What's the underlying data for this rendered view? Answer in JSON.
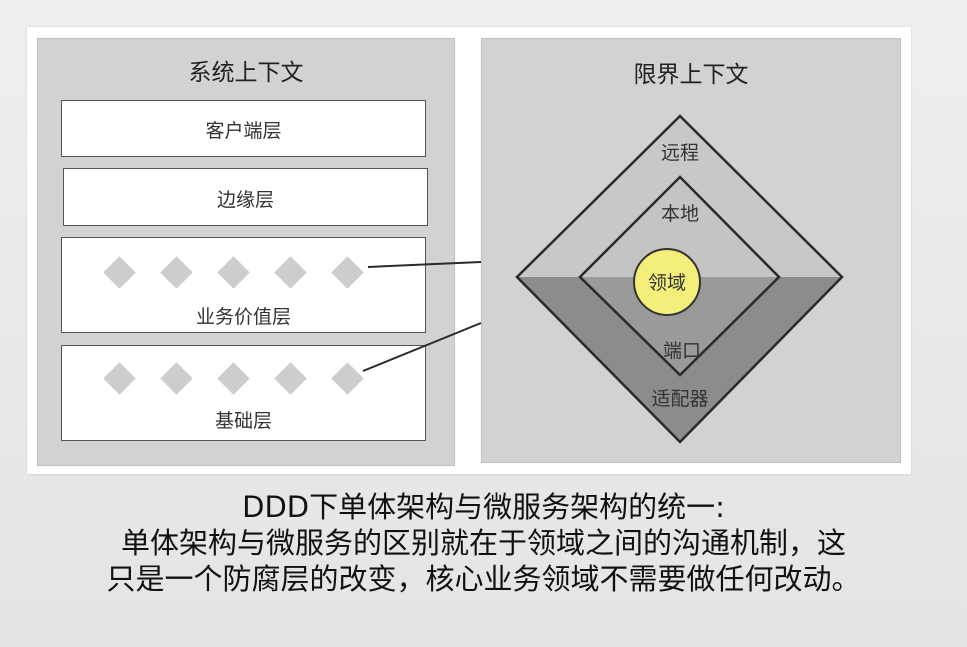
{
  "system_context": {
    "title": "系统上下文",
    "layers": {
      "client": "客户端层",
      "edge": "边缘层",
      "business": "业务价值层",
      "infrastructure": "基础层"
    }
  },
  "bounded_context": {
    "title": "限界上下文",
    "rings": {
      "remote": "远程",
      "local": "本地",
      "domain": "领域",
      "port": "端口",
      "adapter": "适配器"
    }
  },
  "caption": {
    "line1": "DDD下单体架构与微服务架构的统一:",
    "line2": "单体架构与微服务的区别就在于领域之间的沟通机制，这",
    "line3": "只是一个防腐层的改变，核心业务领域不需要做任何改动。"
  },
  "colors": {
    "panel": "#d2d2d2",
    "diamond_upper": "#c8c8c8",
    "diamond_lower": "#8c8c8c",
    "domain_circle": "#f3ef7a",
    "layer_box": "#ffffff"
  }
}
